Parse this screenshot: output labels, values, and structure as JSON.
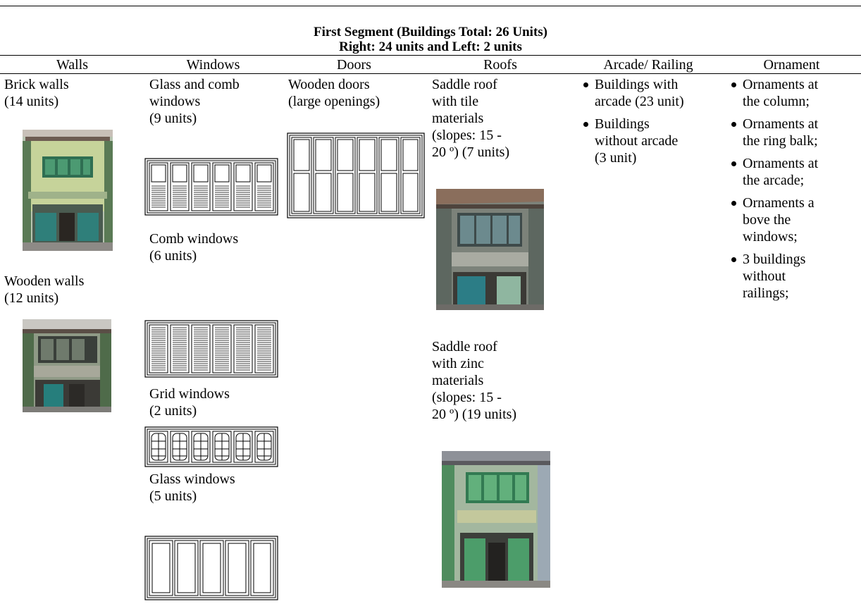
{
  "title": {
    "line1": "First Segment (Buildings Total: 26 Units)",
    "line2": "Right: 24 units and Left: 2 units"
  },
  "headers": [
    "Walls",
    "Windows",
    "Doors",
    "Roofs",
    "Arcade/ Railing",
    "Ornament"
  ],
  "walls": {
    "brick": [
      "Brick walls",
      "(14 units)"
    ],
    "wooden": [
      "Wooden walls",
      "(12 units)"
    ]
  },
  "windows": {
    "glass_comb": [
      "Glass and comb",
      "windows",
      "(9 units)"
    ],
    "comb": [
      "Comb windows",
      "(6 units)"
    ],
    "grid": [
      "Grid windows",
      "(2 units)"
    ],
    "glass": [
      "Glass windows",
      "(5 units)"
    ]
  },
  "doors": {
    "wooden": [
      "Wooden doors",
      "(large openings)"
    ]
  },
  "roofs": {
    "tile": [
      "Saddle roof",
      "with tile",
      "materials",
      "(slopes: 15 -",
      "20 º) (7 units)"
    ],
    "zinc": [
      "Saddle roof",
      "with zinc",
      "materials",
      "(slopes: 15 -",
      "20 º) (19 units)"
    ]
  },
  "arcade": {
    "items": [
      [
        "Buildings with",
        "arcade (23 unit)"
      ],
      [
        "Buildings",
        "without arcade",
        "(3 unit)"
      ]
    ]
  },
  "ornament": {
    "items": [
      [
        "Ornaments at",
        "the column;"
      ],
      [
        "Ornaments at",
        "the ring balk;"
      ],
      [
        "Ornaments at",
        "the arcade;"
      ],
      [
        "Ornaments a",
        "bove the",
        "windows;"
      ],
      [
        "3 buildings",
        "without",
        "railings;"
      ]
    ]
  }
}
